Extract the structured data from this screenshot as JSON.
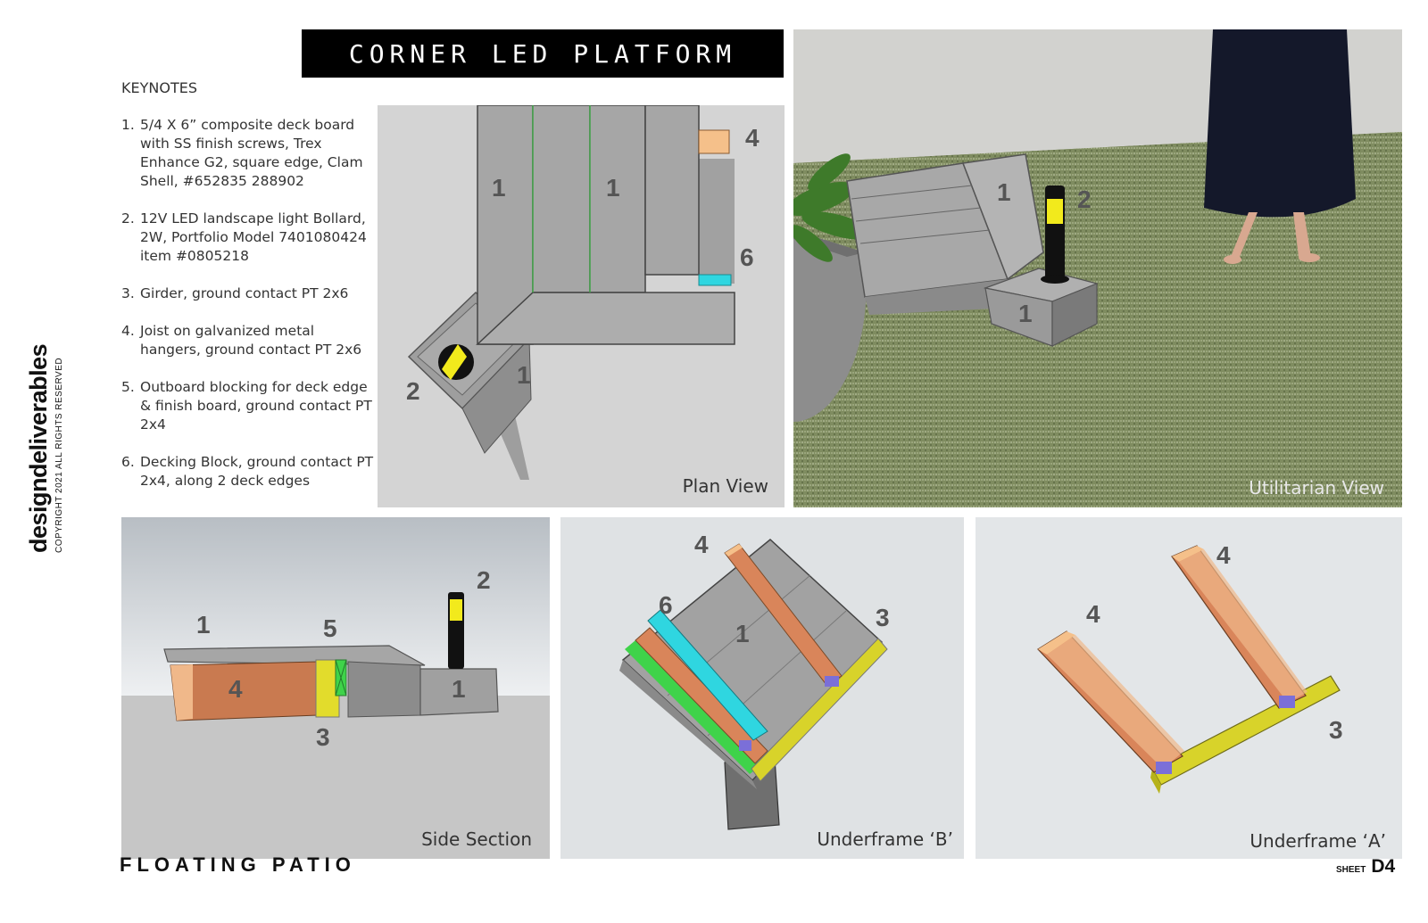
{
  "brand": {
    "name": "designdeliverables",
    "copyright": "COPYRIGHT 2021  ALL  RIGHTS  RESERVED"
  },
  "title": "CORNER LED PLATFORM",
  "keynotes": {
    "heading": "KEYNOTES",
    "items": [
      {
        "number": "1.",
        "text": "5/4 X 6” composite deck board with SS finish screws, Trex Enhance G2, square edge, Clam Shell, #652835 288902"
      },
      {
        "number": "2.",
        "text": "12V LED landscape light Bollard, 2W, Portfolio Model 7401080424 item #0805218"
      },
      {
        "number": "3.",
        "text": "Girder, ground contact PT 2x6"
      },
      {
        "number": "4.",
        "text": "Joist on galvanized metal hangers, ground contact PT 2x6"
      },
      {
        "number": "5.",
        "text": "Outboard blocking for deck edge & finish board, ground contact PT 2x4"
      },
      {
        "number": "6.",
        "text": "Decking Block, ground contact PT 2x4, along 2 deck edges"
      }
    ]
  },
  "panels": {
    "plan": {
      "label": "Plan View",
      "callouts": [
        "1",
        "1",
        "4",
        "6",
        "2",
        "1"
      ]
    },
    "utilitarian": {
      "label": "Utilitarian View",
      "callouts": [
        "1",
        "2",
        "1"
      ]
    },
    "side": {
      "label": "Side Section",
      "callouts": [
        "1",
        "5",
        "2",
        "4",
        "1",
        "3"
      ]
    },
    "under_b": {
      "label": "Underframe ‘B’",
      "callouts": [
        "4",
        "6",
        "1",
        "3"
      ]
    },
    "under_a": {
      "label": "Underframe ‘A’",
      "callouts": [
        "4",
        "4",
        "3"
      ]
    }
  },
  "footer": {
    "project": "FLOATING PATIO",
    "sheet_label": "SHEET",
    "sheet_number": "D4"
  },
  "colors": {
    "deck": "#a3a3a3",
    "joist": "#d9855a",
    "girder": "#d8d32a",
    "blocking": "#3fd34a",
    "decking_block": "#2fd6e0",
    "bollard_light": "#f2ea1c",
    "grass": "#7d8a5e"
  }
}
